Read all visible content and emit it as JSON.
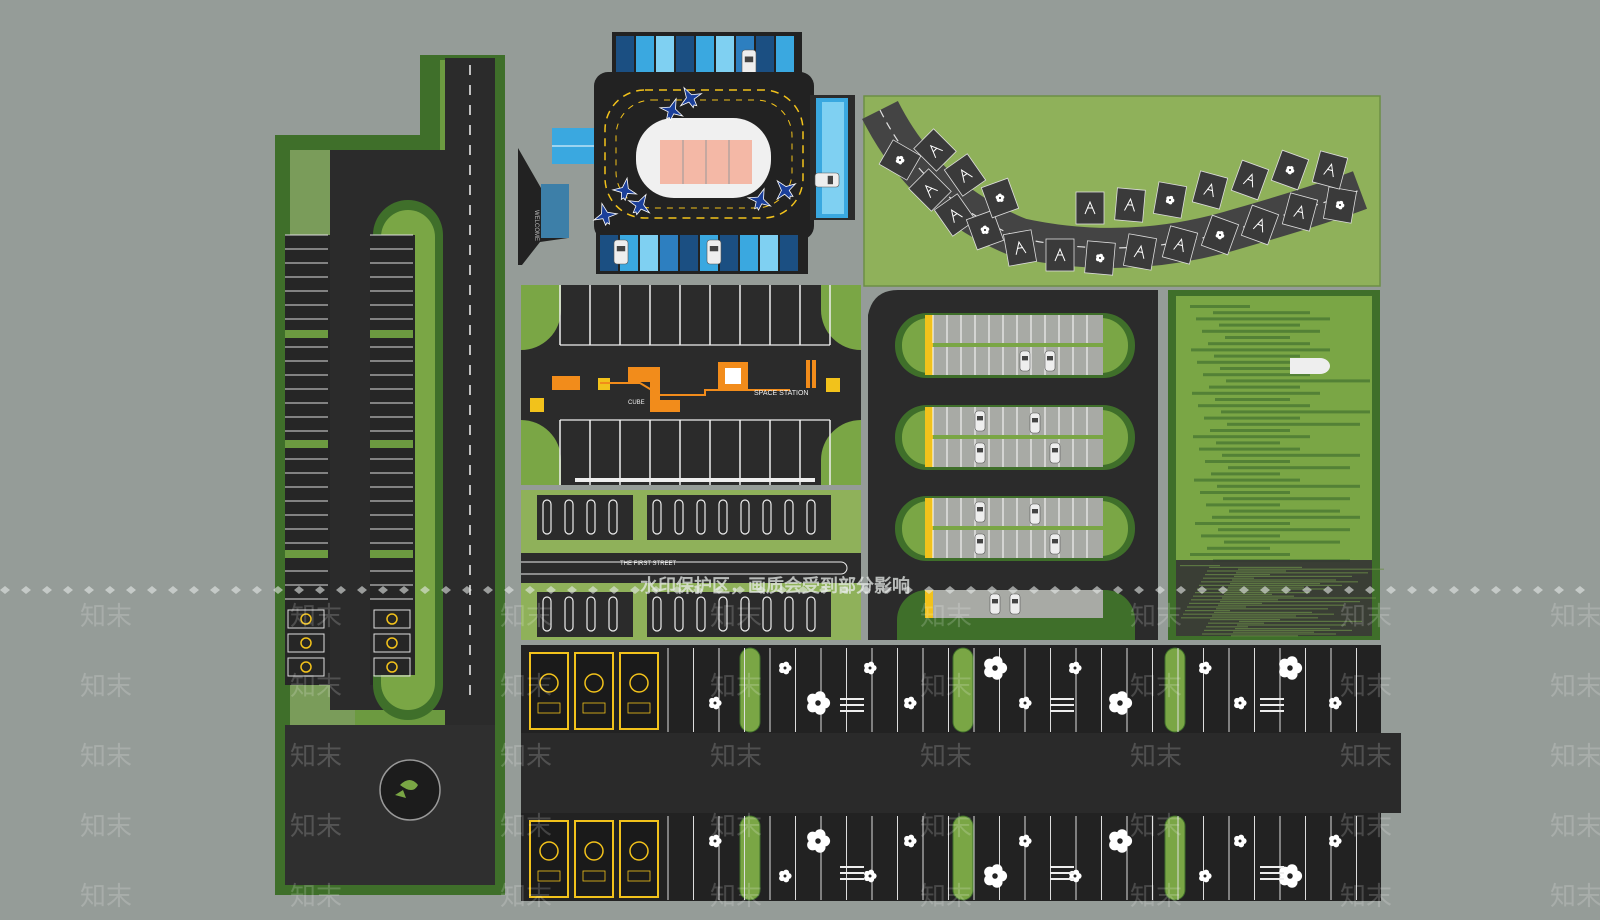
{
  "labels": {
    "welcome": "WELCOME",
    "cube": "CUBE",
    "space_station": "SPACE STATION",
    "road_text": "THE FIRST STREET",
    "watermark_banner": "水印保护区，画质会受到部分影响",
    "watermark_logo": "知末"
  },
  "colors": {
    "background": "#959c98",
    "asphalt": "#2b2b2b",
    "asphalt_dark": "#1f1f1f",
    "grass": "#7aa645",
    "grass_dark": "#3f6f2a",
    "lawn": "#8fb15a",
    "line": "#f2f2f2",
    "yellow": "#f2c21b",
    "orange": "#f28c1b",
    "blue": "#3aa8e0",
    "pink_panel": "#f4b8a6"
  },
  "icons": {
    "flower": "flower-icon",
    "car": "car-icon",
    "jet": "jet-icon",
    "tree": "tree-icon"
  }
}
